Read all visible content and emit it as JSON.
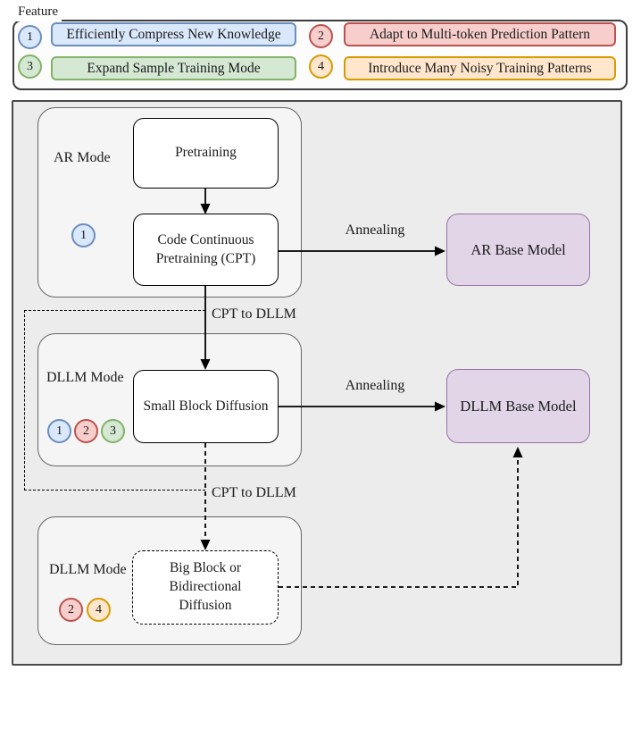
{
  "legend": {
    "title": "Feature",
    "items": [
      {
        "num": "1",
        "label": "Efficiently Compress New Knowledge",
        "fill": "#dae8fc",
        "stroke": "#6c8ebf"
      },
      {
        "num": "2",
        "label": "Adapt to Multi-token Prediction Pattern",
        "fill": "#f8cecc",
        "stroke": "#b85450"
      },
      {
        "num": "3",
        "label": "Expand Sample Training Mode",
        "fill": "#d5e8d4",
        "stroke": "#82b366"
      },
      {
        "num": "4",
        "label": "Introduce Many Noisy Training Patterns",
        "fill": "#ffe6cc",
        "stroke": "#d79b00"
      }
    ]
  },
  "palette": {
    "purple_fill": "#e1d5e7",
    "purple_stroke": "#9673a6",
    "group_fill": "#f5f5f5",
    "group_stroke": "#666666",
    "outer_fill": "#ececec",
    "outer_stroke": "#4a4a4a"
  },
  "pipeline": {
    "ar_group": {
      "label": "AR Mode",
      "badges": [
        "1"
      ],
      "pretraining": "Pretraining",
      "cpt_line1": "Code Continuous",
      "cpt_line2": "Pretraining (CPT)"
    },
    "dllm_group1": {
      "label": "DLLM Mode",
      "badges": [
        "1",
        "2",
        "3"
      ],
      "node": "Small Block Diffusion"
    },
    "dllm_group2": {
      "label": "DLLM Mode",
      "badges": [
        "2",
        "4"
      ],
      "node_line1": "Big Block or",
      "node_line2": "Bidirectional",
      "node_line3": "Diffusion"
    },
    "ar_base_model": "AR Base Model",
    "dllm_base_model": "DLLM Base Model",
    "edges": {
      "annealing_ar": "Annealing",
      "annealing_dllm": "Annealing",
      "cpt_to_dllm_1": "CPT to DLLM",
      "cpt_to_dllm_2": "CPT to DLLM"
    }
  }
}
